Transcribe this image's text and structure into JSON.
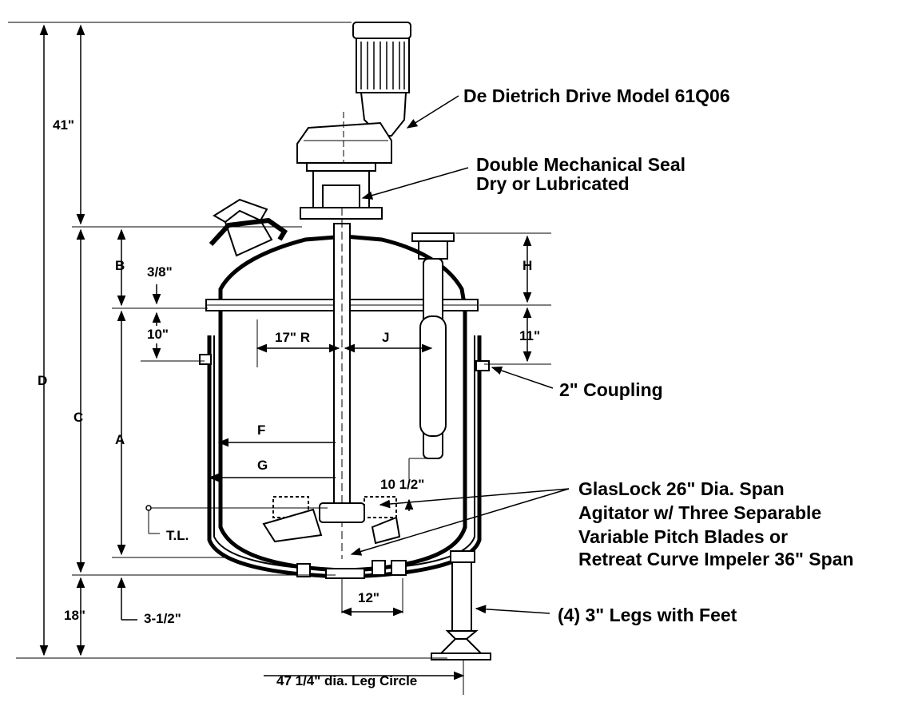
{
  "callouts": {
    "drive": "De Dietrich Drive Model 61Q06",
    "seal_line1": "Double Mechanical Seal",
    "seal_line2": "Dry or Lubricated",
    "coupling": "2\" Coupling",
    "agitator_line1": "GlasLock  26\" Dia. Span",
    "agitator_line2": "Agitator w/ Three Separable",
    "agitator_line3": "Variable Pitch Blades or",
    "agitator_line4": "Retreat Curve Impeler 36\" Span",
    "legs": "(4) 3\" Legs with Feet"
  },
  "dimensions": {
    "d41": "41\"",
    "D": "D",
    "C": "C",
    "d18": "18\"",
    "B": "B",
    "d3_8": "3/8\"",
    "d10": "10\"",
    "A": "A",
    "d3_1_2": "3-1/2\"",
    "TL": "T.L.",
    "R17": "17\" R",
    "J": "J",
    "F": "F",
    "G": "G",
    "d10_1_2": "10 1/2\"",
    "d12": "12\"",
    "H": "H",
    "d11": "11\"",
    "leg_circle": "47 1/4\" dia. Leg Circle"
  }
}
